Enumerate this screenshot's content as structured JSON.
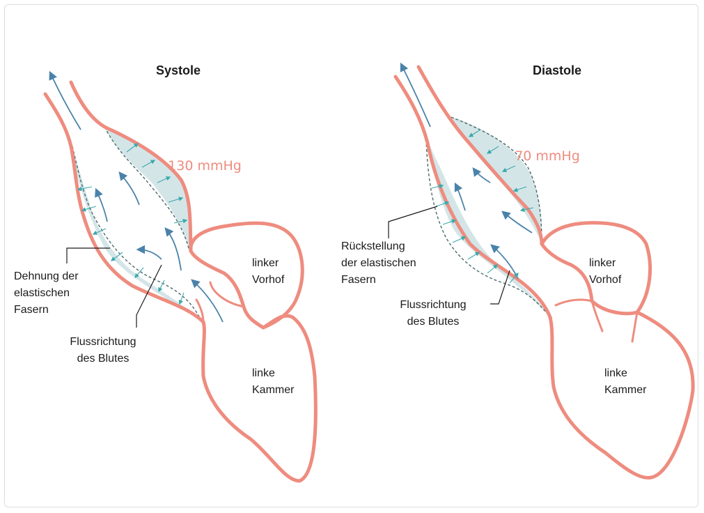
{
  "colors": {
    "wall": "#ee8c7f",
    "band": "#d4e5e7",
    "flow_arrow": "#4a82aa",
    "fiber_arrow": "#3aa9ad",
    "pressure_text": "#ee8c7f"
  },
  "systole": {
    "title": "Systole",
    "pressure": "130 mmHg",
    "label_stretch": [
      "Dehnung der",
      "elastischen",
      "Fasern"
    ],
    "label_flow": [
      "Flussrichtung",
      "des Blutes"
    ],
    "label_atrium": [
      "linker",
      "Vorhof"
    ],
    "label_ventricle": [
      "linke",
      "Kammer"
    ]
  },
  "diastole": {
    "title": "Diastole",
    "pressure": "70 mmHg",
    "label_recoil": [
      "Rückstellung",
      "der elastischen",
      "Fasern"
    ],
    "label_flow": [
      "Flussrichtung",
      "des Blutes"
    ],
    "label_atrium": [
      "linker",
      "Vorhof"
    ],
    "label_ventricle": [
      "linke",
      "Kammer"
    ]
  }
}
